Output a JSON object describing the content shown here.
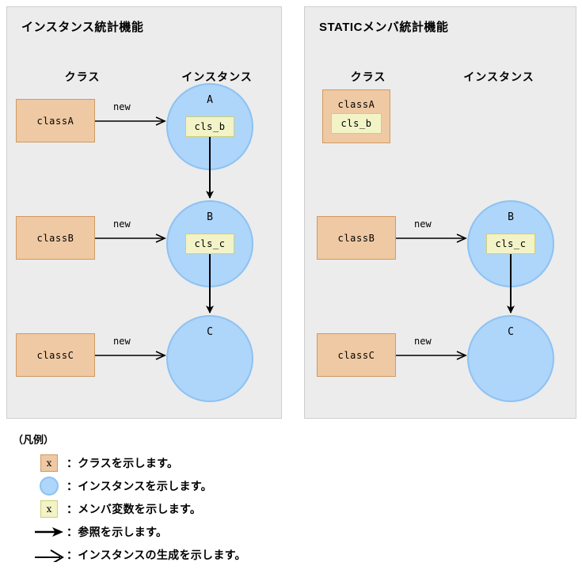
{
  "panels": [
    {
      "id": "instance",
      "title": "インスタンス統計機能",
      "headers": {
        "class": "クラス",
        "instance": "インスタンス"
      },
      "classes": [
        {
          "label": "classA",
          "member": null,
          "new_label": "new"
        },
        {
          "label": "classB",
          "member": null,
          "new_label": "new"
        },
        {
          "label": "classC",
          "member": null,
          "new_label": "new"
        }
      ],
      "instances": [
        {
          "label": "A",
          "member": "cls_b"
        },
        {
          "label": "B",
          "member": "cls_c"
        },
        {
          "label": "C",
          "member": null
        }
      ]
    },
    {
      "id": "static",
      "title": "STATICメンバ統計機能",
      "headers": {
        "class": "クラス",
        "instance": "インスタンス"
      },
      "classes": [
        {
          "label": "classA",
          "member": "cls_b",
          "new_label": null
        },
        {
          "label": "classB",
          "member": null,
          "new_label": "new"
        },
        {
          "label": "classC",
          "member": null,
          "new_label": "new"
        }
      ],
      "instances": [
        {
          "label": "B",
          "member": "cls_c"
        },
        {
          "label": "C",
          "member": null
        }
      ]
    }
  ],
  "legend": {
    "title": "（凡例）",
    "items": [
      {
        "icon": "class-box-swatch",
        "swatch_text": "x",
        "text": "：クラスを示します。"
      },
      {
        "icon": "instance-circle-swatch",
        "swatch_text": "",
        "text": "：インスタンスを示します。"
      },
      {
        "icon": "member-box-swatch",
        "swatch_text": "x",
        "text": "：メンバ変数を示します。"
      },
      {
        "icon": "reference-arrow-icon",
        "swatch_text": "",
        "text": "：参照を示します。"
      },
      {
        "icon": "creation-arrow-icon",
        "swatch_text": "",
        "text": "：インスタンスの生成を示します。"
      }
    ]
  },
  "colors": {
    "panel_bg": "#ececec",
    "class_fill": "#efc9a3",
    "class_border": "#cf9a63",
    "instance_fill": "#aed5fa",
    "instance_border": "#8dc2f2",
    "member_fill": "#f3f3c8",
    "member_border": "#cfcf78",
    "line": "#000000"
  }
}
